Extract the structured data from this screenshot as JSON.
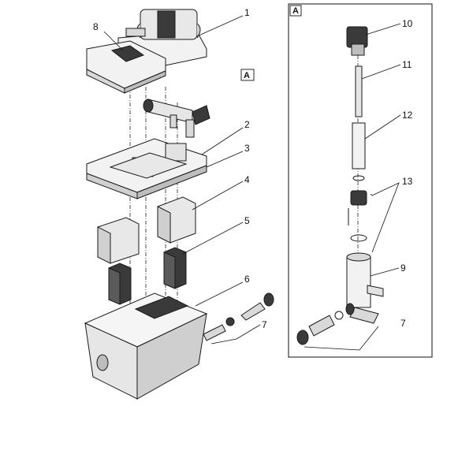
{
  "diagram": {
    "labels": {
      "p1": "1",
      "p2": "2",
      "p3": "3",
      "p4": "4",
      "p5": "5",
      "p6": "6",
      "p7": "7",
      "p7b": "7",
      "p8": "8",
      "p9": "9",
      "p10": "10",
      "p11": "11",
      "p12": "12",
      "p13": "13"
    },
    "detail_box_label": "A",
    "detail_callout_label": "A"
  },
  "colors": {
    "ink": "#111111",
    "dark_fill": "#3a3a3a",
    "mid_fill": "#bdbdbd",
    "light_fill": "#f2f2f2"
  }
}
